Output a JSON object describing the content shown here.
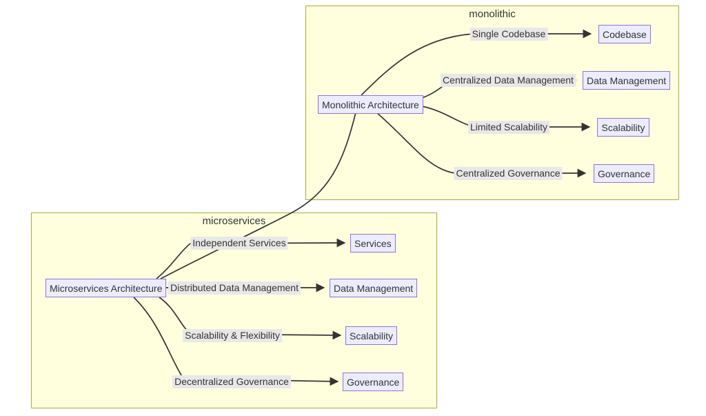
{
  "colors": {
    "canvas-bg": "#ffffff",
    "cluster-fill": "#ffffde",
    "cluster-border": "#aaaa33",
    "node-fill": "#ECECFF",
    "node-border": "#9370DB",
    "edge-color": "#333333",
    "label-bg": "#e8e8e8",
    "text-color": "#333333"
  },
  "clusters": {
    "monolithic": {
      "title": "monolithic"
    },
    "microservices": {
      "title": "microservices"
    }
  },
  "nodes": {
    "mono_arch": {
      "label": "Monolithic Architecture"
    },
    "mono_codebase": {
      "label": "Codebase"
    },
    "mono_data_management": {
      "label": "Data Management"
    },
    "mono_scalability": {
      "label": "Scalability"
    },
    "mono_governance": {
      "label": "Governance"
    },
    "micro_arch": {
      "label": "Microservices Architecture"
    },
    "micro_services": {
      "label": "Services"
    },
    "micro_data_management": {
      "label": "Data Management"
    },
    "micro_scalability": {
      "label": "Scalability"
    },
    "micro_governance": {
      "label": "Governance"
    }
  },
  "edge_labels": {
    "single_codebase": "Single Codebase",
    "centralized_data_management": "Centralized Data Management",
    "limited_scalability": "Limited Scalability",
    "centralized_governance": "Centralized Governance",
    "independent_services": "Independent Services",
    "distributed_data_management": "Distributed Data Management",
    "scalability_flexibility": "Scalability & Flexibility",
    "decentralized_governance": "Decentralized Governance"
  },
  "edges": [
    {
      "from": "Monolithic Architecture",
      "label": "Single Codebase",
      "to": "Codebase",
      "arrow": true
    },
    {
      "from": "Monolithic Architecture",
      "label": "Centralized Data Management",
      "to": "Data Management",
      "arrow": true
    },
    {
      "from": "Monolithic Architecture",
      "label": "Limited Scalability",
      "to": "Scalability",
      "arrow": true
    },
    {
      "from": "Monolithic Architecture",
      "label": "Centralized Governance",
      "to": "Governance",
      "arrow": true
    },
    {
      "from": "Microservices Architecture",
      "label": "Independent Services",
      "to": "Services",
      "arrow": true
    },
    {
      "from": "Microservices Architecture",
      "label": "Distributed Data Management",
      "to": "Data Management",
      "arrow": true
    },
    {
      "from": "Microservices Architecture",
      "label": "Scalability & Flexibility",
      "to": "Scalability",
      "arrow": true
    },
    {
      "from": "Microservices Architecture",
      "label": "Decentralized Governance",
      "to": "Governance",
      "arrow": true
    },
    {
      "from": "Microservices Architecture",
      "label": "",
      "to": "Monolithic Architecture",
      "arrow": false
    }
  ]
}
